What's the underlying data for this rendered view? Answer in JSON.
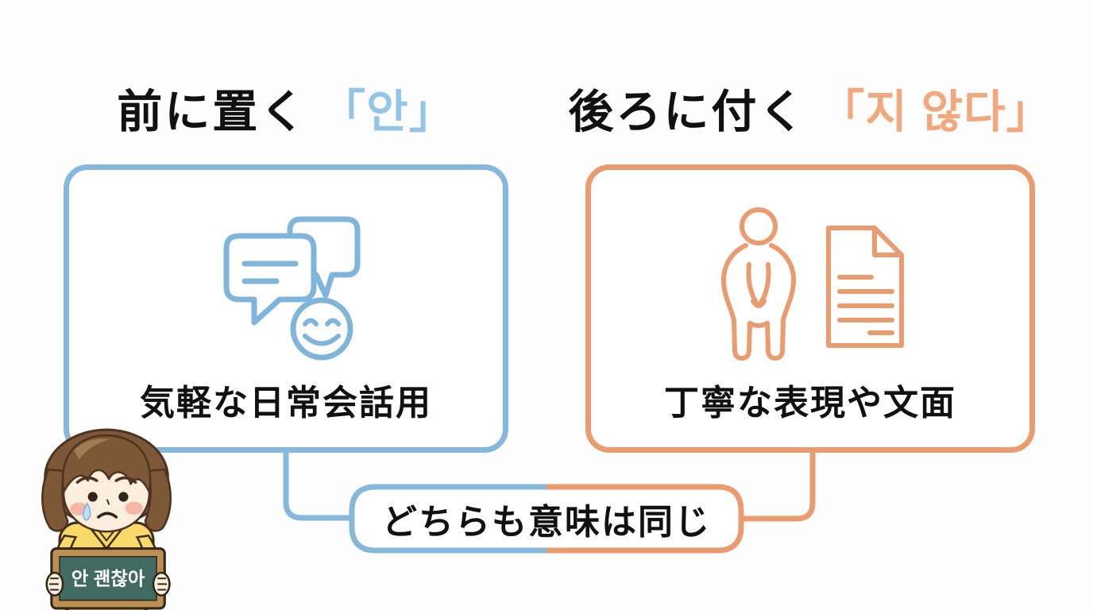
{
  "slide": {
    "left": {
      "title_jp": "前に置く",
      "title_ko": "「안」",
      "label": "気軽な日常会話用",
      "icons": [
        "speech-bubbles-icon",
        "smiley-icon"
      ]
    },
    "right": {
      "title_jp": "後ろに付く",
      "title_ko": "「지 않다」",
      "label": "丁寧な表現や文面",
      "icons": [
        "bowing-person-icon",
        "document-icon"
      ]
    },
    "bottom_banner": {
      "label": "どちらも意味は同じ"
    },
    "character": {
      "description": "sad girl holding chalkboard",
      "sign_text": "안 괜찮아"
    },
    "colors": {
      "blue": "#85b8dc",
      "blue_text": "#92c5e6",
      "orange": "#eb9b70",
      "orange_text": "#f2a87c",
      "text_black": "#111111",
      "board_green": "#416b62",
      "board_frame": "#bb8f51",
      "hoodie_yellow": "#f8d969",
      "hair_brown": "#7d5836"
    }
  }
}
